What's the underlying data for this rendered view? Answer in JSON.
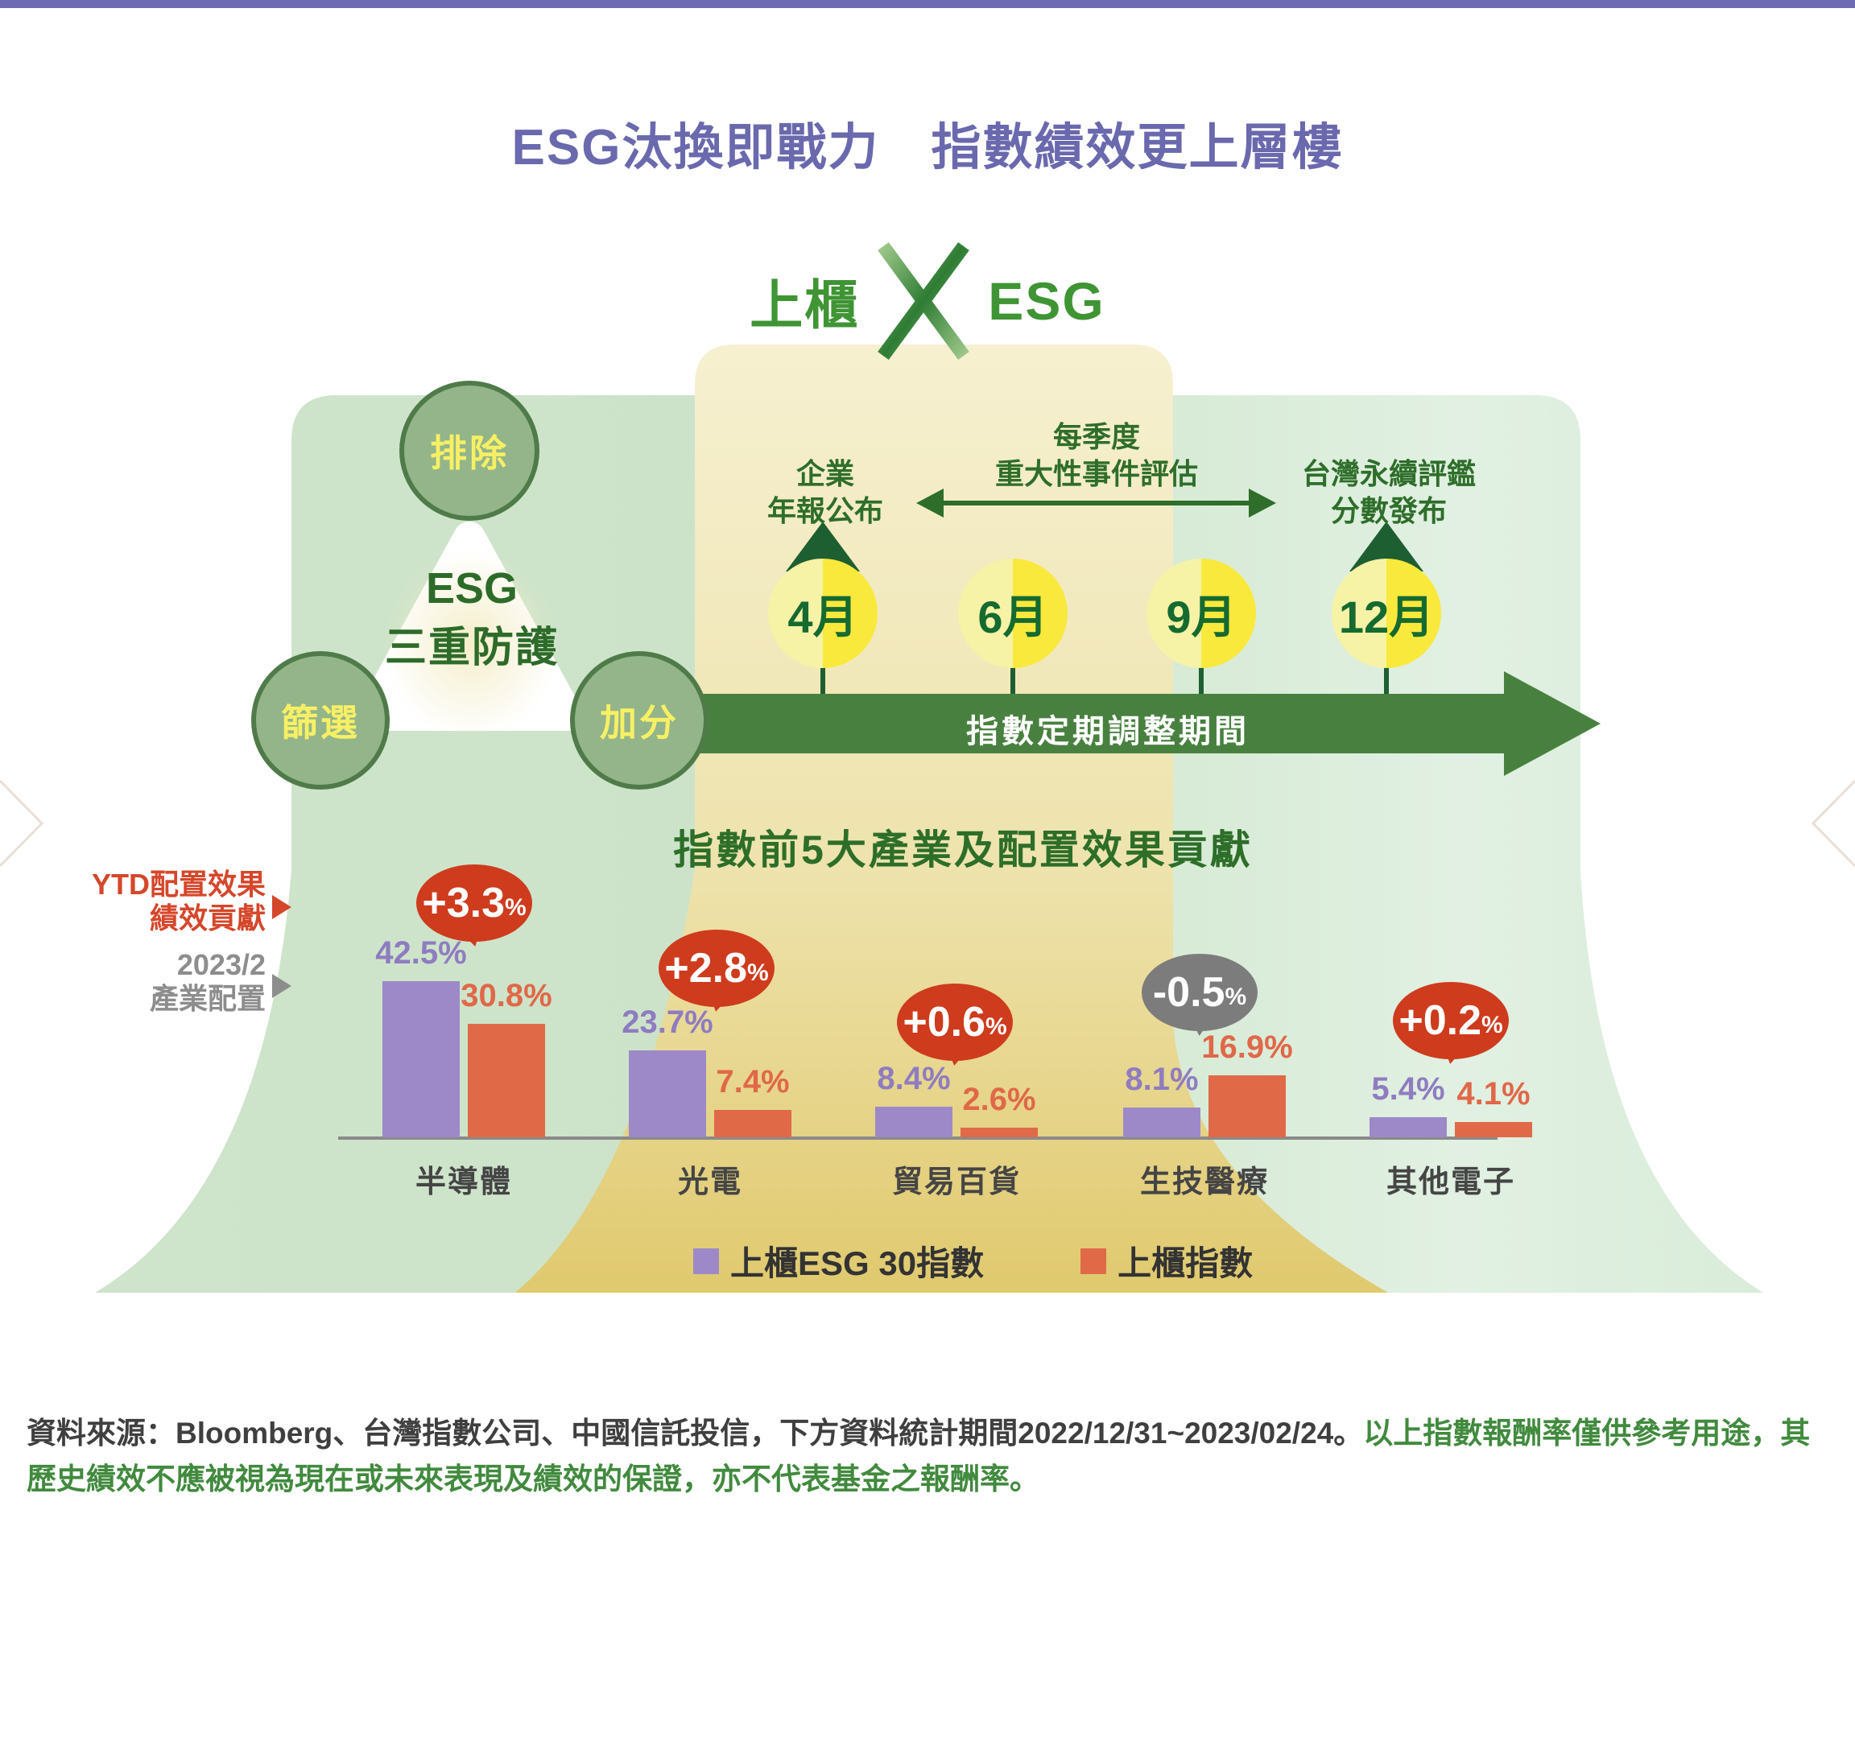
{
  "title": "ESG汰換即戰力　指數績效更上層樓",
  "cross": {
    "left": "上櫃",
    "right": "ESG"
  },
  "shield": {
    "center_line1": "ESG",
    "center_line2": "三重防護",
    "circle_exclude": "排除",
    "circle_screen": "篩選",
    "circle_bonus": "加分"
  },
  "timeline": {
    "annual_report_line1": "企業",
    "annual_report_line2": "年報公布",
    "quarterly_line1": "每季度",
    "quarterly_line2": "重大性事件評估",
    "sustainability_line1": "台灣永續評鑑",
    "sustainability_line2": "分數發布",
    "months": [
      "4月",
      "6月",
      "9月",
      "12月"
    ],
    "bar_label": "指數定期調整期間"
  },
  "chart_heading": "指數前5大產業及配置效果貢獻",
  "annotations": {
    "ytd_line1": "YTD配置效果",
    "ytd_line2": "績效貢獻",
    "alloc_line1": "2023/2",
    "alloc_line2": "產業配置"
  },
  "chart_data": {
    "type": "bar",
    "title": "指數前5大產業及配置效果貢獻",
    "categories": [
      "半導體",
      "光電",
      "貿易百貨",
      "生技醫療",
      "其他電子"
    ],
    "series": [
      {
        "name": "上櫃ESG 30指數",
        "values": [
          42.5,
          23.7,
          8.4,
          8.1,
          5.4
        ]
      },
      {
        "name": "上櫃指數",
        "values": [
          30.8,
          7.4,
          2.6,
          16.9,
          4.1
        ]
      }
    ],
    "labels_esg30": [
      "42.5%",
      "23.7%",
      "8.4%",
      "8.1%",
      "5.4%"
    ],
    "labels_otc": [
      "30.8%",
      "7.4%",
      "2.6%",
      "16.9%",
      "4.1%"
    ],
    "badges": [
      "+3.3",
      "+2.8",
      "+0.6",
      "-0.5",
      "+0.2"
    ],
    "badge_colors": [
      "#ce3b1d",
      "#ce3b1d",
      "#ce3b1d",
      "#7c7c7c",
      "#ce3b1d"
    ],
    "ylim": [
      0,
      45
    ],
    "grid": "off",
    "legend_position": "bottom"
  },
  "legend": [
    "上櫃ESG 30指數",
    "上櫃指數"
  ],
  "footer": {
    "source": "資料來源：Bloomberg、台灣指數公司、中國信託投信，下方資料統計期間2022/12/31~2023/02/24。",
    "disclaimer": "以上指數報酬率僅供參考用途，其歷史績效不應被視為現在或未來表現及績效的保證，亦不代表基金之報酬率。"
  },
  "misc": {
    "percent": "%"
  },
  "colors": {
    "top_bar": "#6c6bb4",
    "title": "#6a69ae",
    "header_green": "#3f9434",
    "dark_green_text": "#2e6e2a",
    "arrow_bar": "#48813f",
    "esg30_purple": "#9d89c8",
    "otc_orange": "#e06a48",
    "badge_red": "#ce3b1d",
    "badge_gray": "#7c7c7c",
    "month_yellow": "#f9e93c",
    "band_tan": "#e9d88e",
    "bg_green": "#d2e6cf"
  }
}
